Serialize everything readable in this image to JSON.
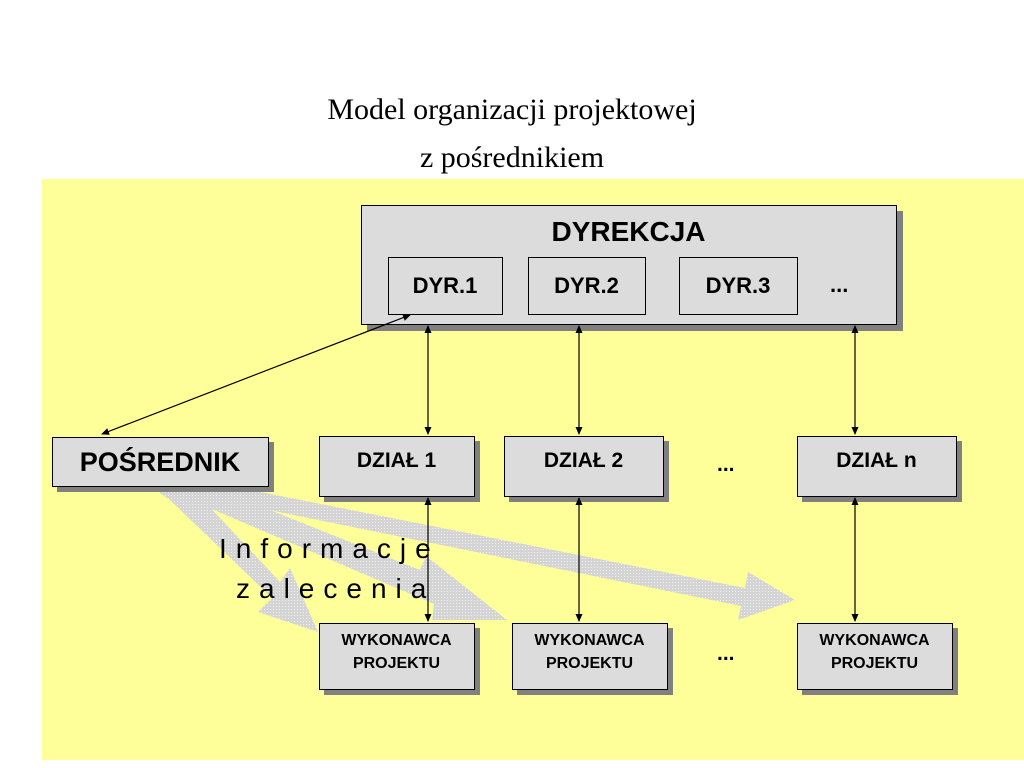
{
  "title": {
    "line1": "Model organizacji projektowej",
    "line2": "z pośrednikiem"
  },
  "diagram": {
    "directorate": {
      "label": "DYREKCJA",
      "members": [
        "DYR.1",
        "DYR.2",
        "DYR.3"
      ],
      "more": "..."
    },
    "intermediary": "POŚREDNIK",
    "departments": [
      "DZIAŁ 1",
      "DZIAŁ 2",
      "DZIAŁ n"
    ],
    "departments_more": "...",
    "contractors": [
      {
        "line1": "WYKONAWCA",
        "line2": "PROJEKTU"
      },
      {
        "line1": "WYKONAWCA",
        "line2": "PROJEKTU"
      },
      {
        "line1": "WYKONAWCA",
        "line2": "PROJEKTU"
      }
    ],
    "contractors_more": "...",
    "flow_label_1": "Informacje",
    "flow_label_2": "zalecenia",
    "colors": {
      "background": "#ffff99",
      "box_fill": "#dcdcdc",
      "shadow": "#808080",
      "flow_arrow": "#cfcfcf"
    }
  }
}
